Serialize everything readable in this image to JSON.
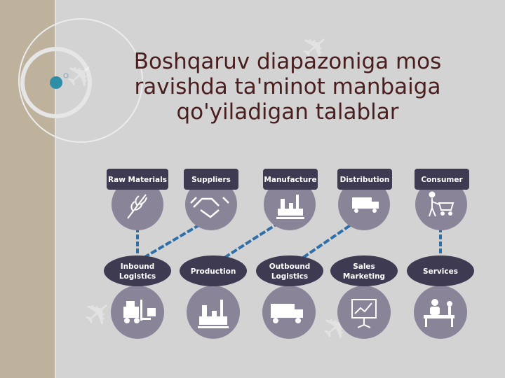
{
  "slide": {
    "title_lines": [
      "Boshqaruv diapazoniga mos",
      "ravishda ta'minot manbaiga",
      "qo'yiladigan talablar"
    ]
  },
  "diagram": {
    "top_row": [
      {
        "label": "Raw Materials",
        "icon": "wheat-icon"
      },
      {
        "label": "Suppliers",
        "icon": "handshake-icon"
      },
      {
        "label": "Manufacture",
        "icon": "factory-icon"
      },
      {
        "label": "Distribution",
        "icon": "truck-icon"
      },
      {
        "label": "Consumer",
        "icon": "shopping-cart-person-icon"
      }
    ],
    "bottom_row": [
      {
        "label_lines": [
          "Inbound",
          "Logistics"
        ],
        "icon": "forklift-icon"
      },
      {
        "label_lines": [
          "Production"
        ],
        "icon": "factory-icon"
      },
      {
        "label_lines": [
          "Outbound",
          "Logistics"
        ],
        "icon": "truck-icon"
      },
      {
        "label_lines": [
          "Sales",
          "Marketing"
        ],
        "icon": "presentation-chart-icon"
      },
      {
        "label_lines": [
          "Services"
        ],
        "icon": "service-desk-icon"
      }
    ]
  },
  "colors": {
    "label_fill": "#3d3a52",
    "circle_fill": "#8a8499",
    "chain": "#2f6fa8",
    "title": "#4a1e1e",
    "left_band": "#bfb29c"
  }
}
